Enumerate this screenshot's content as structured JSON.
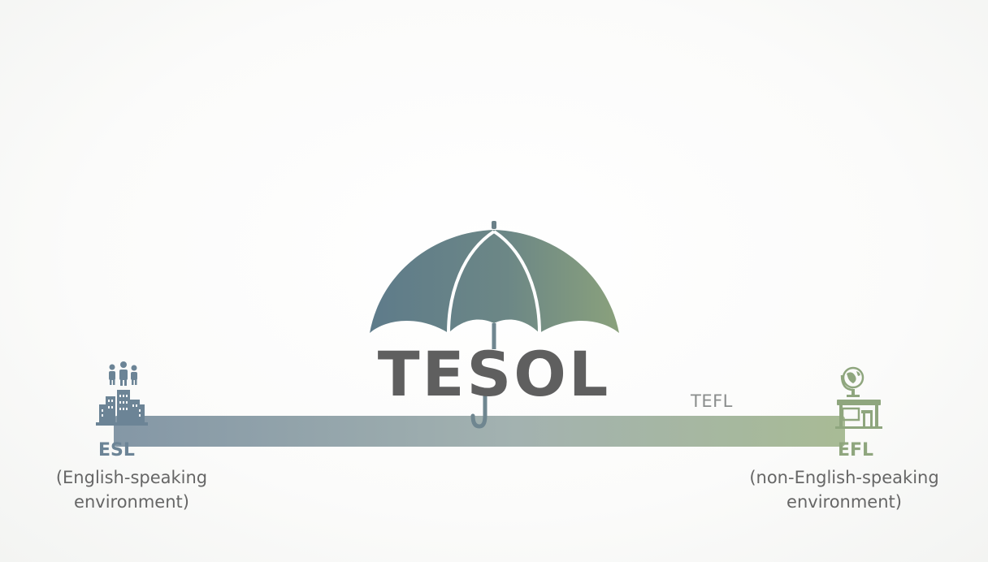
{
  "diagram": {
    "title": "TESOL",
    "middle_label": "TEFL",
    "left_end": {
      "label": "ESL",
      "description": "(English-speaking\nenvironment)",
      "icon": "city-people-icon",
      "color": "#6c8496"
    },
    "right_end": {
      "label": "EFL",
      "description": "(non-English-speaking\nenvironment)",
      "icon": "globe-classroom-icon",
      "color": "#8fa67e"
    },
    "umbrella_icon": "umbrella-icon",
    "gradient": {
      "start": "#8497a6",
      "end": "#a8bb95"
    }
  }
}
